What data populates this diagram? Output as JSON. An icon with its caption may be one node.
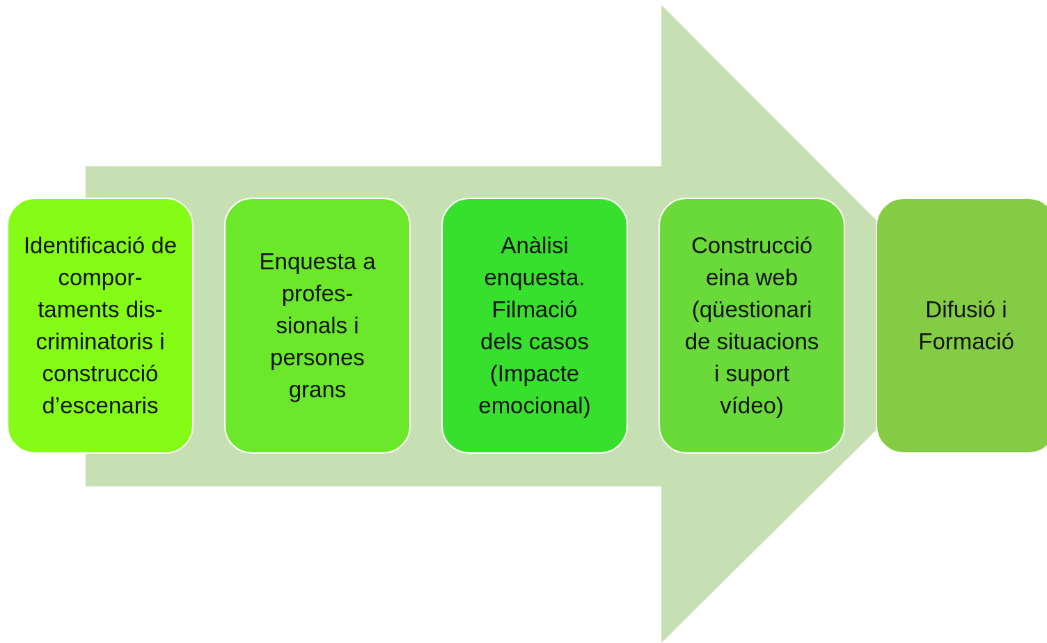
{
  "diagram": {
    "nodes": [
      {
        "text": [
          "Identificació de compor- taments dis- criminatoris i construcció d’escenaris"
        ]
      },
      {
        "text": [
          "Enquesta a profes- sionals i persones grans"
        ]
      },
      {
        "text": [
          "Anàlisi enquesta. Filmació dels casos (Impacte emocional)"
        ]
      },
      {
        "text": [
          "Construcció eina web (qüestionari de situacions i suport vídeo)"
        ]
      },
      {
        "text": [
          "Difusió i Formació"
        ]
      }
    ],
    "edges": [
      {
        "from": 0,
        "to": 4,
        "arrow": "to"
      }
    ]
  }
}
